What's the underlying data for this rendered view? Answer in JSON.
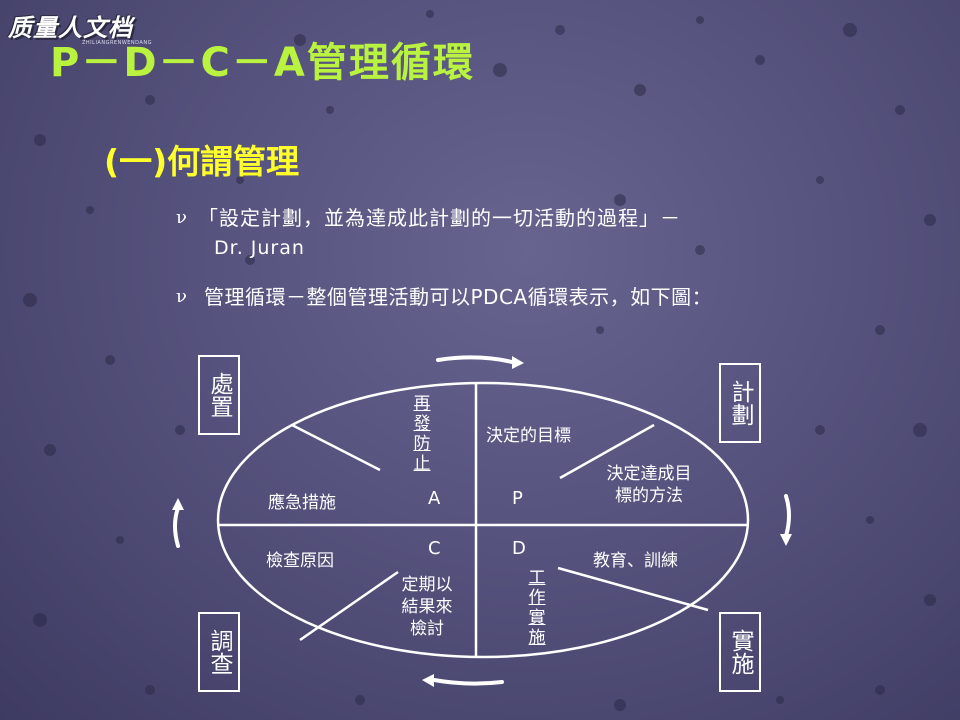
{
  "logo": {
    "main": "质量人文档",
    "sub": "ZHILIANGRENWENDANG"
  },
  "title": "P－D－C－A管理循環",
  "subtitle": "(一)何謂管理",
  "bullets": [
    {
      "mark": "ν",
      "line1": "「設定計劃，並為達成此計劃的一切活動的過程」－",
      "line2": "Dr. Juran"
    },
    {
      "mark": "ν",
      "line1": "管理循環－整個管理活動可以PDCA循環表示，如下圖："
    }
  ],
  "diagram": {
    "corners": {
      "top_left": "處置",
      "top_right": "計劃",
      "bottom_left": "調查",
      "bottom_right": "實施"
    },
    "letters": {
      "a": "A",
      "p": "P",
      "c": "C",
      "d": "D"
    },
    "labels": {
      "prevent_recurrence": "再發防止",
      "decide_goal": "決定的目標",
      "method_line1": "決定達成目",
      "method_line2": "標的方法",
      "emergency": "應急措施",
      "check_cause": "檢查原因",
      "education": "教育、訓練",
      "periodic_line1": "定期以",
      "periodic_line2": "結果來",
      "periodic_line3": "檢討",
      "work_impl": "工作實施"
    },
    "colors": {
      "line": "#ffffff",
      "title": "#b9f23f",
      "subtitle": "#ffff2b"
    }
  }
}
